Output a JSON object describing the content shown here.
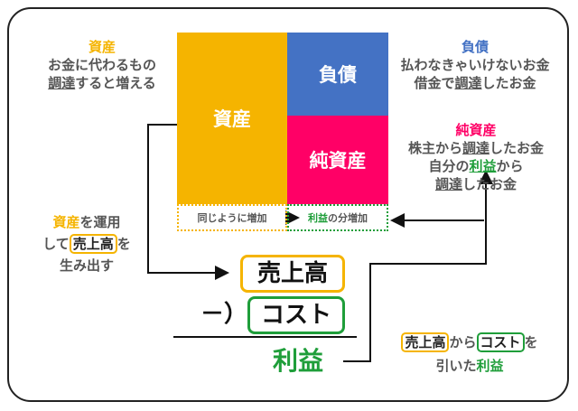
{
  "balance_sheet": {
    "assets": "資産",
    "liabilities": "負債",
    "net_assets": "純資産"
  },
  "under_labels": {
    "assets_increase": "同じように増加",
    "profit_part": "利益",
    "profit_suffix": "の分増加"
  },
  "left_note": {
    "title": "資産",
    "line1": "お金に代わるもの",
    "line2_underlined": "調達",
    "line2_rest": "すると増える"
  },
  "right_note_liabilities": {
    "title": "負債",
    "line1": "払わなきゃいけないお金",
    "line2_a": "借金で",
    "line2_underlined": "調達",
    "line2_b": "したお金"
  },
  "right_note_net_assets": {
    "title": "純資産",
    "line1_a": "株主から",
    "line1_underlined": "調達",
    "line1_b": "したお金",
    "line2_a": "自分の",
    "line2_green": "利益",
    "line2_b": "から",
    "line3_underlined": "調達",
    "line3_b": "したお金"
  },
  "use_note": {
    "assets": "資産",
    "line1_rest": "を運用",
    "line2_a": "して",
    "line2_boxed": "売上高",
    "line2_b": "を",
    "line3": "生み出す"
  },
  "calc": {
    "sales": "売上高",
    "minus": "－）",
    "cost": "コスト",
    "profit": "利益"
  },
  "profit_note": {
    "sales": "売上高",
    "kara": "から",
    "cost": "コスト",
    "wo": "を",
    "line2_a": "引いた",
    "line2_green": "利益"
  },
  "colors": {
    "assets": "#f5b400",
    "liabilities": "#4472c4",
    "net_assets": "#ff0066",
    "profit_green": "#1f9e3a"
  }
}
